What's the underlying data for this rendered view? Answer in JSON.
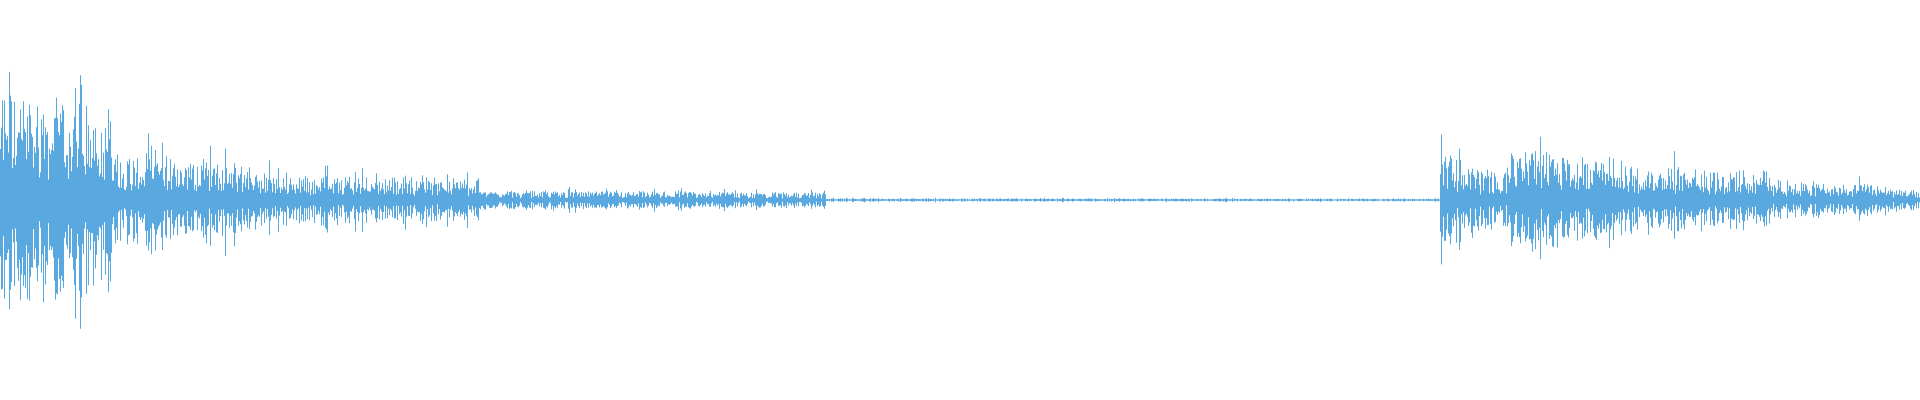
{
  "waveform": {
    "color": "#5aa8e0",
    "segments": [
      {
        "start": 0.0,
        "end": 0.06,
        "amp": 0.92,
        "density": 1.0
      },
      {
        "start": 0.06,
        "end": 0.13,
        "amp": 0.38,
        "density": 1.0
      },
      {
        "start": 0.13,
        "end": 0.25,
        "amp": 0.22,
        "density": 1.0
      },
      {
        "start": 0.25,
        "end": 0.43,
        "amp": 0.08,
        "density": 1.0
      },
      {
        "start": 0.43,
        "end": 0.75,
        "amp": 0.015,
        "density": 1.0
      },
      {
        "start": 0.75,
        "end": 0.757,
        "amp": 0.55,
        "density": 1.0
      },
      {
        "start": 0.757,
        "end": 0.785,
        "amp": 0.28,
        "density": 1.0
      },
      {
        "start": 0.785,
        "end": 0.835,
        "amp": 0.42,
        "density": 1.0
      },
      {
        "start": 0.835,
        "end": 0.92,
        "amp": 0.3,
        "density": 1.0
      },
      {
        "start": 0.92,
        "end": 0.975,
        "amp": 0.16,
        "density": 1.0
      },
      {
        "start": 0.975,
        "end": 1.0,
        "amp": 0.1,
        "density": 1.0
      }
    ]
  }
}
